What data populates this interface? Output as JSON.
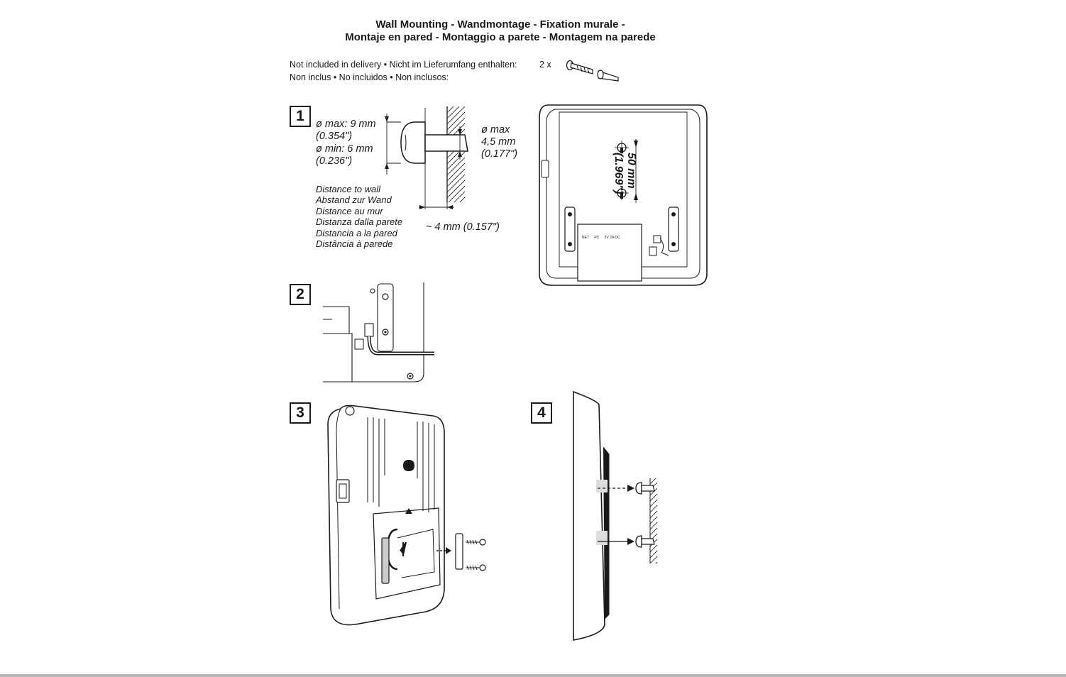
{
  "title": {
    "line1": "Wall Mounting - Wandmontage - Fixation murale -",
    "line2": "Montaje en pared - Montaggio a parete - Montagem na parede"
  },
  "not_included": {
    "line1": "Not included in delivery  • Nicht im Lieferumfang enthalten:",
    "line2": "Non inclus  • No incluidos  • Non inclusos:",
    "quantity": "2 x"
  },
  "steps": [
    {
      "number": "1"
    },
    {
      "number": "2"
    },
    {
      "number": "3"
    },
    {
      "number": "4"
    }
  ],
  "step1": {
    "dia_max": "ø max: 9 mm",
    "dia_max_in": "(0.354\")",
    "dia_min": "ø min: 6 mm",
    "dia_min_in": "(0.236\")",
    "shaft_max": "ø max",
    "shaft_max_mm": "4,5 mm",
    "shaft_max_in": "(0.177\")",
    "distance_labels": [
      "Distance to wall",
      "Abstand zur Wand",
      "Distance au mur",
      "Distanza dalla parete",
      "Distancia a la pared",
      "Distância à parede"
    ],
    "distance_value": "~ 4 mm (0.157\")"
  },
  "back_view": {
    "spacing_mm": "50 mm",
    "spacing_in": "(1.969\")",
    "port_net": "NET",
    "port_pc": "PC",
    "port_power": "5V 2A DC"
  },
  "colors": {
    "ink": "#1a1a1a",
    "background": "#ffffff",
    "bottom_bar": "#b5b5b5"
  }
}
